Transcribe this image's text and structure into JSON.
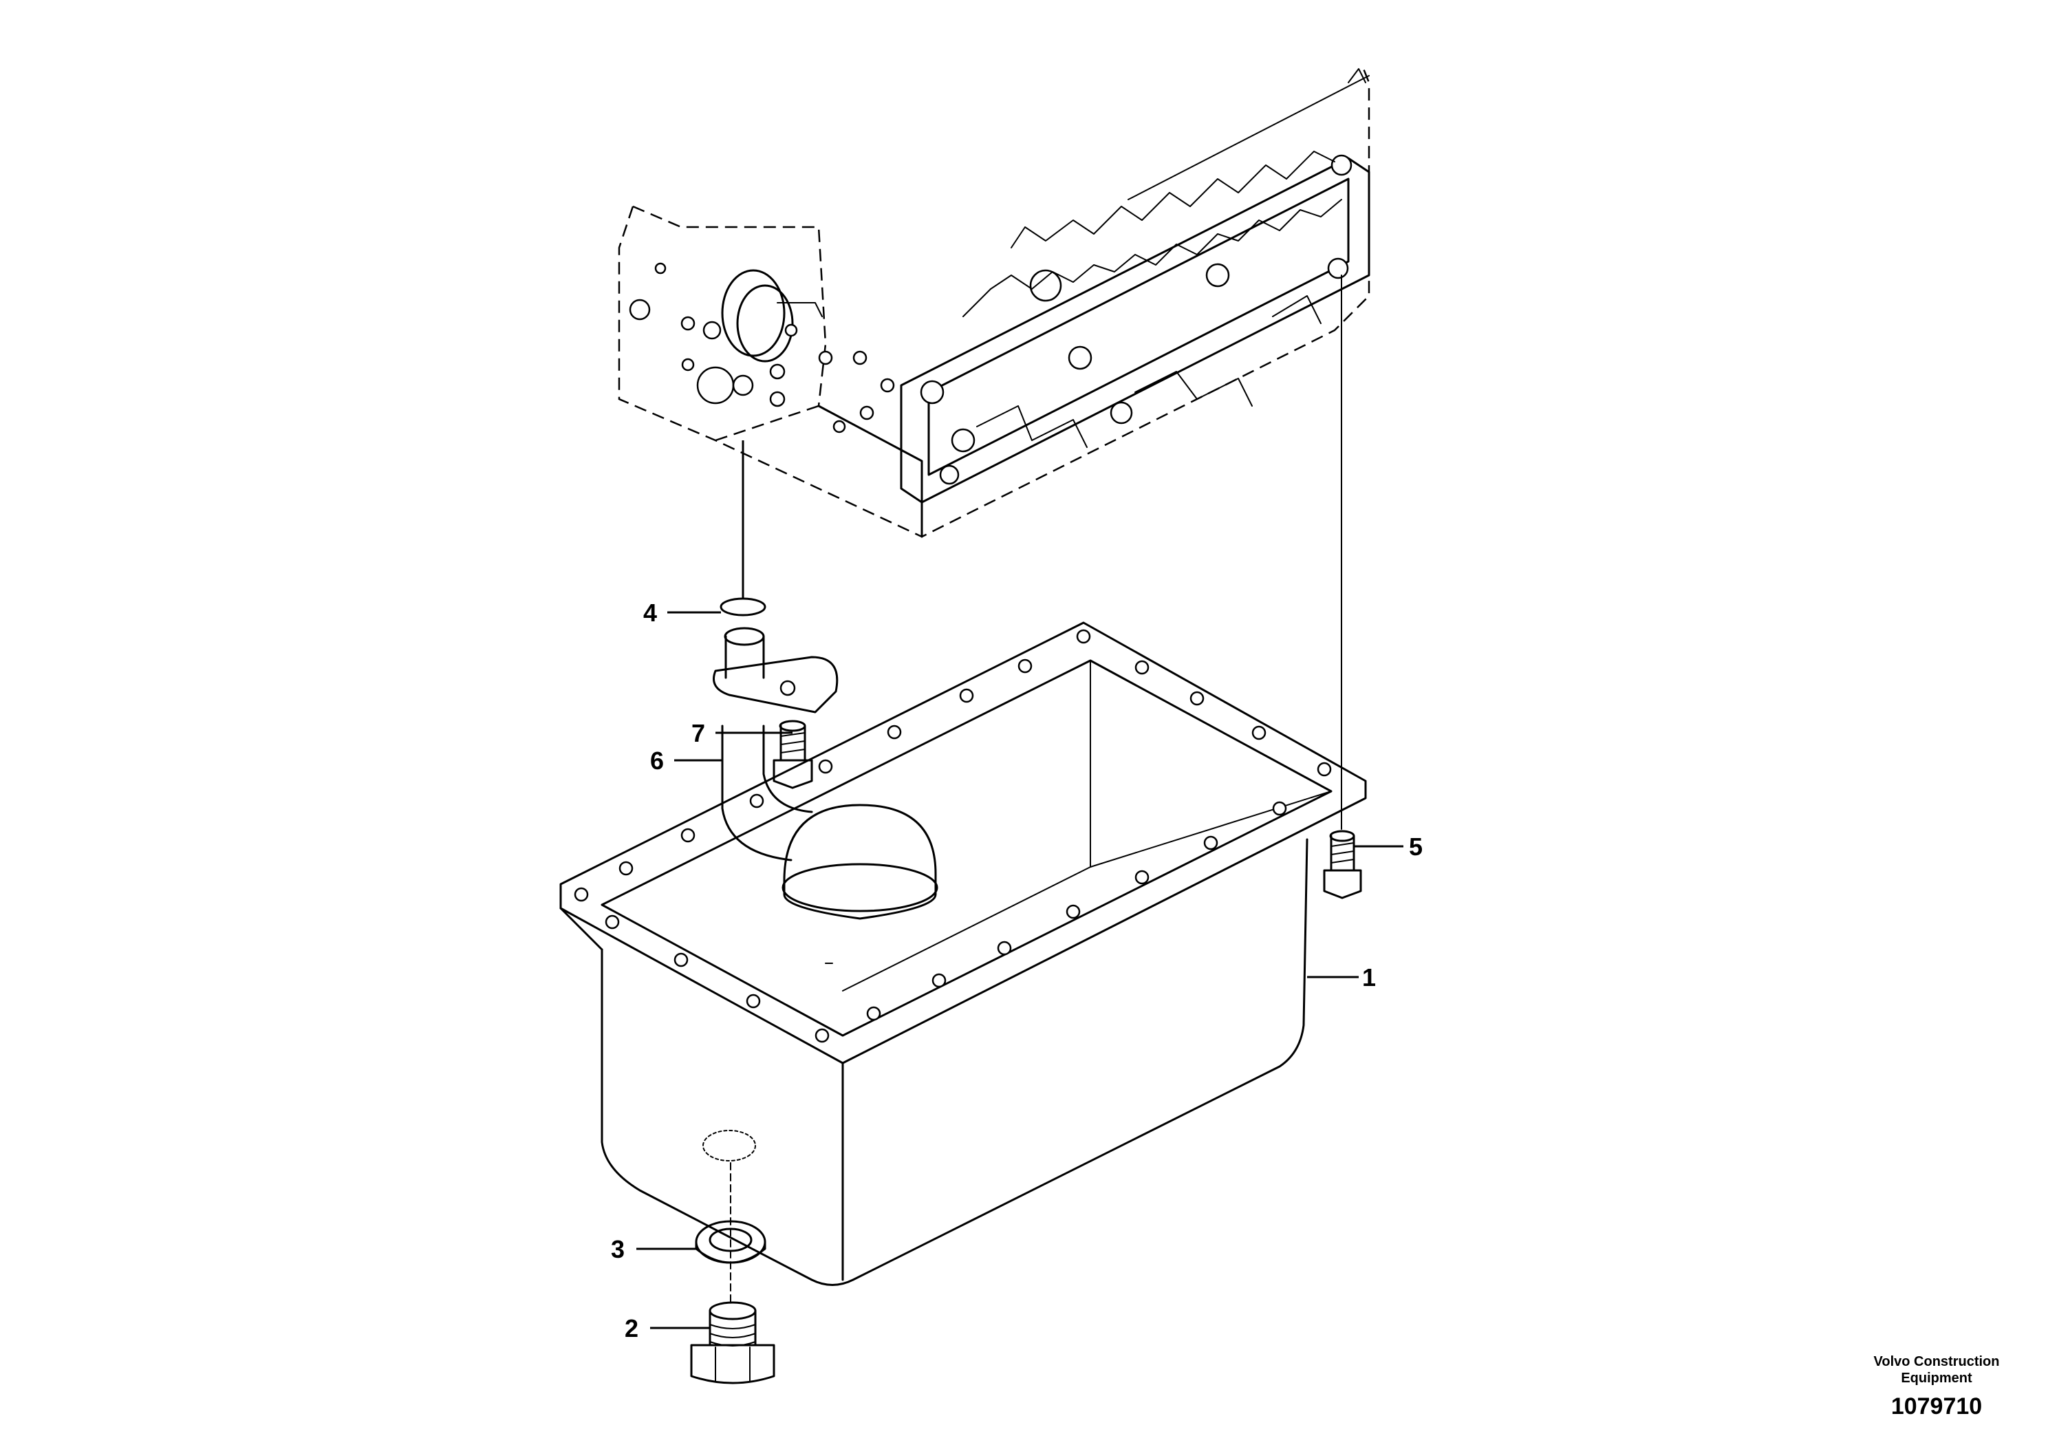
{
  "callouts": [
    {
      "id": "1",
      "text": "1"
    },
    {
      "id": "2",
      "text": "2"
    },
    {
      "id": "3",
      "text": "3"
    },
    {
      "id": "4",
      "text": "4"
    },
    {
      "id": "5",
      "text": "5"
    },
    {
      "id": "6",
      "text": "6"
    },
    {
      "id": "7",
      "text": "7"
    }
  ],
  "brand_line1": "Volvo Construction",
  "brand_line2": "Equipment",
  "drawing_number": "1079710"
}
